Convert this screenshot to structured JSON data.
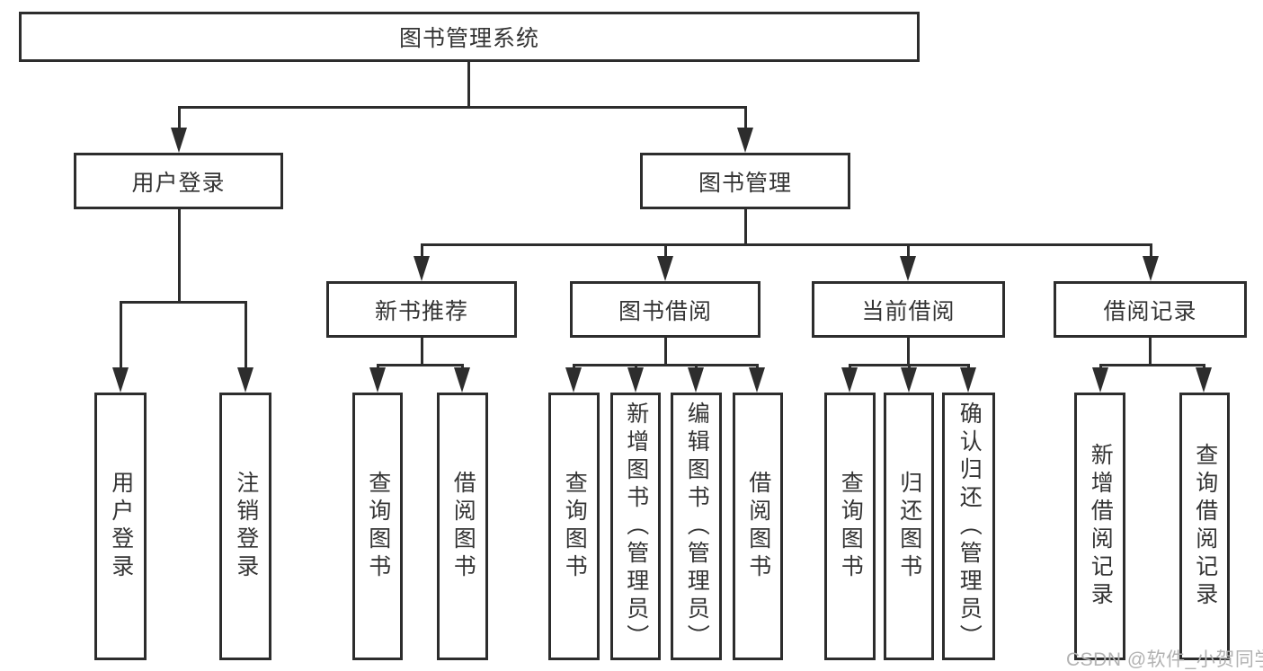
{
  "tree": {
    "root": {
      "label": "图书管理系统"
    },
    "branches": [
      {
        "label": "用户登录",
        "children": [
          {
            "label": "用户登录"
          },
          {
            "label": "注销登录"
          }
        ]
      },
      {
        "label": "图书管理",
        "children": [
          {
            "label": "新书推荐",
            "children": [
              {
                "label": "查询图书"
              },
              {
                "label": "借阅图书"
              }
            ]
          },
          {
            "label": "图书借阅",
            "children": [
              {
                "label": "查询图书"
              },
              {
                "label": "新增图书（管理员）"
              },
              {
                "label": "编辑图书（管理员）"
              },
              {
                "label": "借阅图书"
              }
            ]
          },
          {
            "label": "当前借阅",
            "children": [
              {
                "label": "查询图书"
              },
              {
                "label": "归还图书"
              },
              {
                "label": "确认归还（管理员）"
              }
            ]
          },
          {
            "label": "借阅记录",
            "children": [
              {
                "label": "新增借阅记录"
              },
              {
                "label": "查询借阅记录"
              }
            ]
          }
        ]
      }
    ]
  },
  "watermark": {
    "text": "CSDN @软件_小贺同学",
    "color": "#b2b2b2"
  },
  "colors": {
    "line": "#2d2d2d",
    "text": "#343434",
    "background": "#ffffff"
  }
}
